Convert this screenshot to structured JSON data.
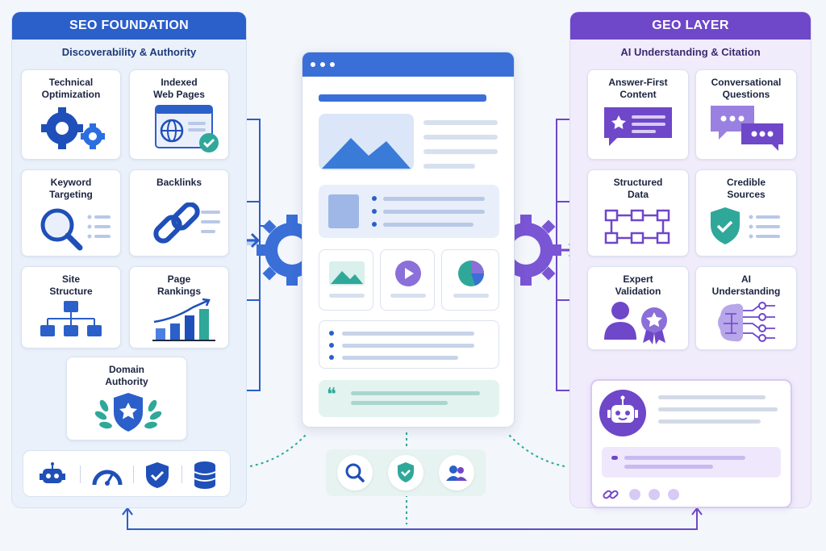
{
  "seo": {
    "title": "SEO FOUNDATION",
    "subtitle": "Discoverability & Authority",
    "cards": [
      {
        "label": "Technical\nOptimization",
        "icon": "gears-icon"
      },
      {
        "label": "Indexed\nWeb Pages",
        "icon": "indexed-page-icon"
      },
      {
        "label": "Keyword\nTargeting",
        "icon": "magnifier-icon"
      },
      {
        "label": "Backlinks",
        "icon": "chain-link-icon"
      },
      {
        "label": "Site\nStructure",
        "icon": "sitemap-icon"
      },
      {
        "label": "Page\nRankings",
        "icon": "rising-bars-icon"
      },
      {
        "label": "Domain\nAuthority",
        "icon": "shield-laurel-icon"
      }
    ],
    "strip_icons": [
      "robot-icon",
      "speedometer-icon",
      "shield-check-icon",
      "database-icon"
    ]
  },
  "geo": {
    "title": "GEO LAYER",
    "subtitle": "AI Understanding & Citation",
    "cards": [
      {
        "label": "Answer-First\nContent",
        "icon": "answer-bubble-icon"
      },
      {
        "label": "Conversational\nQuestions",
        "icon": "chat-bubbles-icon"
      },
      {
        "label": "Structured\nData",
        "icon": "structured-data-icon"
      },
      {
        "label": "Credible\nSources",
        "icon": "shield-check-icon"
      },
      {
        "label": "Expert\nValidation",
        "icon": "expert-badge-icon"
      },
      {
        "label": "AI\nUnderstanding",
        "icon": "brain-network-icon"
      }
    ],
    "output_icons": [
      "robot-icon",
      "link-icon"
    ]
  },
  "center": {
    "bottom_icons": [
      "search-icon",
      "shield-check-icon",
      "users-icon"
    ],
    "quote_mark": "❝"
  },
  "colors": {
    "seo_blue": "#2b5fc9",
    "geo_purple": "#6f47c9",
    "teal": "#2fa89a"
  }
}
